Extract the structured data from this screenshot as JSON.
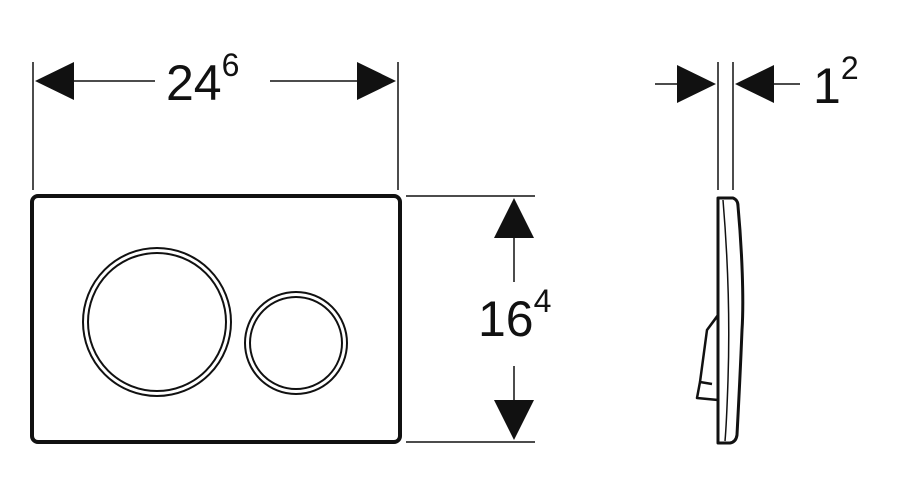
{
  "dimensions": {
    "width": {
      "main": "24",
      "sup": "6"
    },
    "height": {
      "main": "16",
      "sup": "4"
    },
    "depth": {
      "main": "1",
      "sup": "2"
    }
  },
  "colors": {
    "line": "#111111",
    "background": "#ffffff"
  }
}
